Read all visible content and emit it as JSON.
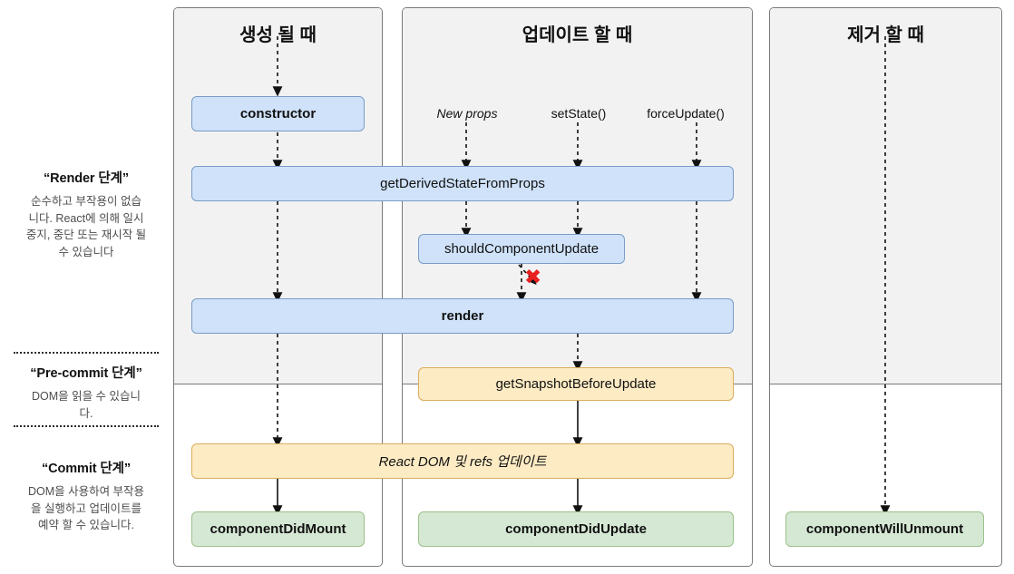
{
  "diagram": {
    "title": "React Component Lifecycle",
    "colors": {
      "render_node": "#cfe2f9",
      "render_node_border": "#7a9cc6",
      "precommit_node": "#fdebc4",
      "precommit_node_border": "#d9ae5c",
      "commit_node": "#d5e8d4",
      "commit_node_border": "#9cc08b",
      "panel_shade": "#f2f2f2",
      "panel_border": "#7a7a7a",
      "blocked_mark": "#e8201f"
    }
  },
  "phases": [
    {
      "title": "“Render 단계”",
      "desc_lines": [
        "순수하고 부작용이 없습",
        "니다. React에 의해 일시",
        "중지, 중단 또는 재시작 될",
        "수 있습니다"
      ]
    },
    {
      "title": "“Pre-commit 단계”",
      "desc_lines": [
        "DOM을 읽을 수 있습니",
        "다."
      ]
    },
    {
      "title": "“Commit 단계”",
      "desc_lines": [
        "DOM을 사용하여 부작용",
        "을 실행하고 업데이트를",
        "예약 할 수 있습니다."
      ]
    }
  ],
  "columns": [
    {
      "id": "mounting",
      "title": "생성 될 때"
    },
    {
      "id": "updating",
      "title": "업데이트 할 때"
    },
    {
      "id": "unmounting",
      "title": "제거 할 때"
    }
  ],
  "triggers": [
    {
      "label": "New props",
      "style": "italic"
    },
    {
      "label": "setState()",
      "style": "normal"
    },
    {
      "label": "forceUpdate()",
      "style": "normal"
    }
  ],
  "nodes": [
    {
      "id": "constructor",
      "label": "constructor",
      "color": "blue",
      "weight": "bold",
      "phase": "render"
    },
    {
      "id": "getDerivedStateFromProps",
      "label": "getDerivedStateFromProps",
      "color": "blue",
      "weight": "normal",
      "phase": "render"
    },
    {
      "id": "shouldComponentUpdate",
      "label": "shouldComponentUpdate",
      "color": "blue",
      "weight": "normal",
      "phase": "render"
    },
    {
      "id": "render",
      "label": "render",
      "color": "blue",
      "weight": "bold",
      "phase": "render"
    },
    {
      "id": "getSnapshotBeforeUpdate",
      "label": "getSnapshotBeforeUpdate",
      "color": "yellow",
      "weight": "normal",
      "phase": "pre-commit"
    },
    {
      "id": "reactDomRefs",
      "label": "React DOM 및 refs 업데이트",
      "color": "yellow",
      "weight": "italic",
      "phase": "commit"
    },
    {
      "id": "componentDidMount",
      "label": "componentDidMount",
      "color": "green",
      "weight": "bold",
      "phase": "commit"
    },
    {
      "id": "componentDidUpdate",
      "label": "componentDidUpdate",
      "color": "green",
      "weight": "bold",
      "phase": "commit"
    },
    {
      "id": "componentWillUnmount",
      "label": "componentWillUnmount",
      "color": "green",
      "weight": "bold",
      "phase": "commit"
    }
  ],
  "marks": {
    "blocked": "✖"
  }
}
